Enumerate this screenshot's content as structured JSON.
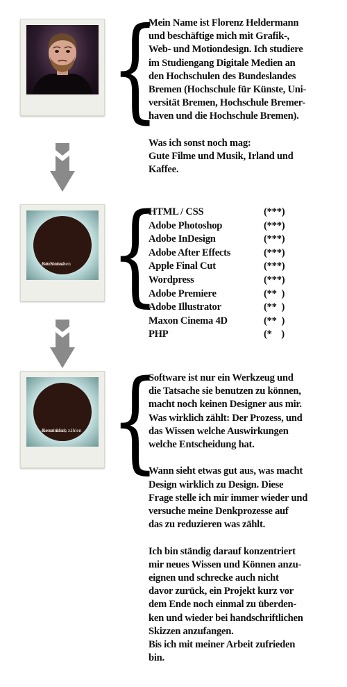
{
  "photo1": {
    "alt": "Porträtfoto"
  },
  "photo2": {
    "caption_line1": "Kenntnisse",
    "caption_line2": "mit Sternchen"
  },
  "photo3": {
    "caption_line1": "Kenntnisse,",
    "caption_line2": "die wirklich zählen"
  },
  "intro": {
    "l1": "Mein Name ist Florenz Heldermann",
    "l2a": "und beschäftige mich mit ",
    "l2b": "Grafik-,",
    "l3a": "Web- und Motiondesign.",
    "l3b": " Ich studiere",
    "l4a": "im Studiengang ",
    "l4b": "Digitale Medien",
    "l4c": " an",
    "l5": "den Hochschulen des Bundeslandes",
    "l6": "Bremen (Hochschule für Künste, Uni-",
    "l7": "versität Bremen, Hochschule Bremer-",
    "l8": "haven und die Hochschule Bremen)."
  },
  "likes": {
    "l1": "Was ich sonst noch mag:",
    "l2": "Gute Filme und Musik, Irland und",
    "l3": "Kaffee."
  },
  "skills": [
    {
      "name": "HTML / CSS",
      "rating": "(***)"
    },
    {
      "name": "Adobe Photoshop",
      "rating": "(***)"
    },
    {
      "name": "Adobe InDesign",
      "rating": "(***)"
    },
    {
      "name": "Adobe After Effects",
      "rating": "(***)"
    },
    {
      "name": "Apple Final Cut",
      "rating": "(***)"
    },
    {
      "name": "Wordpress",
      "rating": "(***)"
    },
    {
      "name": "Adobe Premiere",
      "rating": "(**  )"
    },
    {
      "name": "Adobe Illustrator",
      "rating": "(**  )"
    },
    {
      "name": "Maxon Cinema 4D",
      "rating": "(**  )"
    },
    {
      "name": "PHP",
      "rating": "(*    )"
    }
  ],
  "para1": {
    "l1": "Software ist nur ein Werkzeug und",
    "l2": "die Tatsache sie benutzen zu können,",
    "l3": "macht noch keinen Designer aus mir.",
    "l4": "Was wirklich zählt: Der Prozess, und",
    "l5": "das Wissen welche Auswirkungen",
    "l6": "welche Entscheidung hat."
  },
  "para2": {
    "l1": "Wann sieht etwas gut aus, was macht",
    "l2": "Design wirklich zu Design. Diese",
    "l3": "Frage stelle ich mir immer wieder und",
    "l4": "versuche meine Denkprozesse auf",
    "l5": "das zu reduzieren was zählt."
  },
  "para3": {
    "l1": "Ich bin ständig darauf konzentriert",
    "l2": "mir neues Wissen und Können anzu-",
    "l3": "eignen und schrecke auch nicht",
    "l4": "davor zurück, ein Projekt kurz vor",
    "l5": "dem Ende noch einmal zu überden-",
    "l6": "ken und wieder bei handschriftlichen",
    "l7": "Skizzen anzufangen.",
    "l8": "Bis ich mit meiner Arbeit zufrieden",
    "l9": "bin."
  },
  "colors": {
    "arrow": "#8a8a8a",
    "circle": "#2e1610",
    "frame": "#efefe9"
  }
}
